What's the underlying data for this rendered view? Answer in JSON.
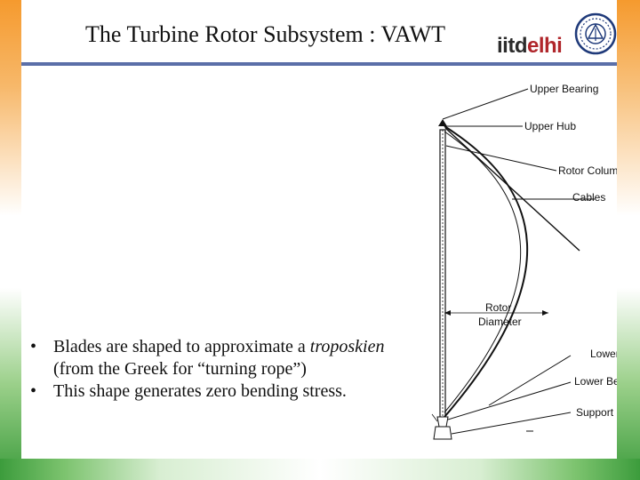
{
  "slide": {
    "title": "The Turbine Rotor Subsystem : VAWT",
    "logo": {
      "part1": "iitd",
      "part2": "elhi"
    },
    "bullets": [
      {
        "text_before": "Blades are shaped to approximate a ",
        "text_italic": "troposkien",
        "text_after": " (from the Greek for “turning rope”)"
      },
      {
        "text_before": "This shape generates zero bending stress.",
        "text_italic": "",
        "text_after": ""
      }
    ]
  },
  "diagram": {
    "labels": {
      "upper_bearing": "Upper Bearing",
      "upper_hub": "Upper Hub",
      "rotor_column": "Rotor Column",
      "cables": "Cables",
      "rotor_diameter_1": "Rotor",
      "rotor_diameter_2": "Diameter",
      "lower_hub": "Lower Hub",
      "lower_bearing": "Lower Bearing",
      "support_stand": "Support Stand"
    }
  },
  "colors": {
    "title_rule": "#5b6fa8",
    "logo_red": "#b0262b",
    "saffron": "#f59a2e",
    "green": "#3c9c3c"
  }
}
